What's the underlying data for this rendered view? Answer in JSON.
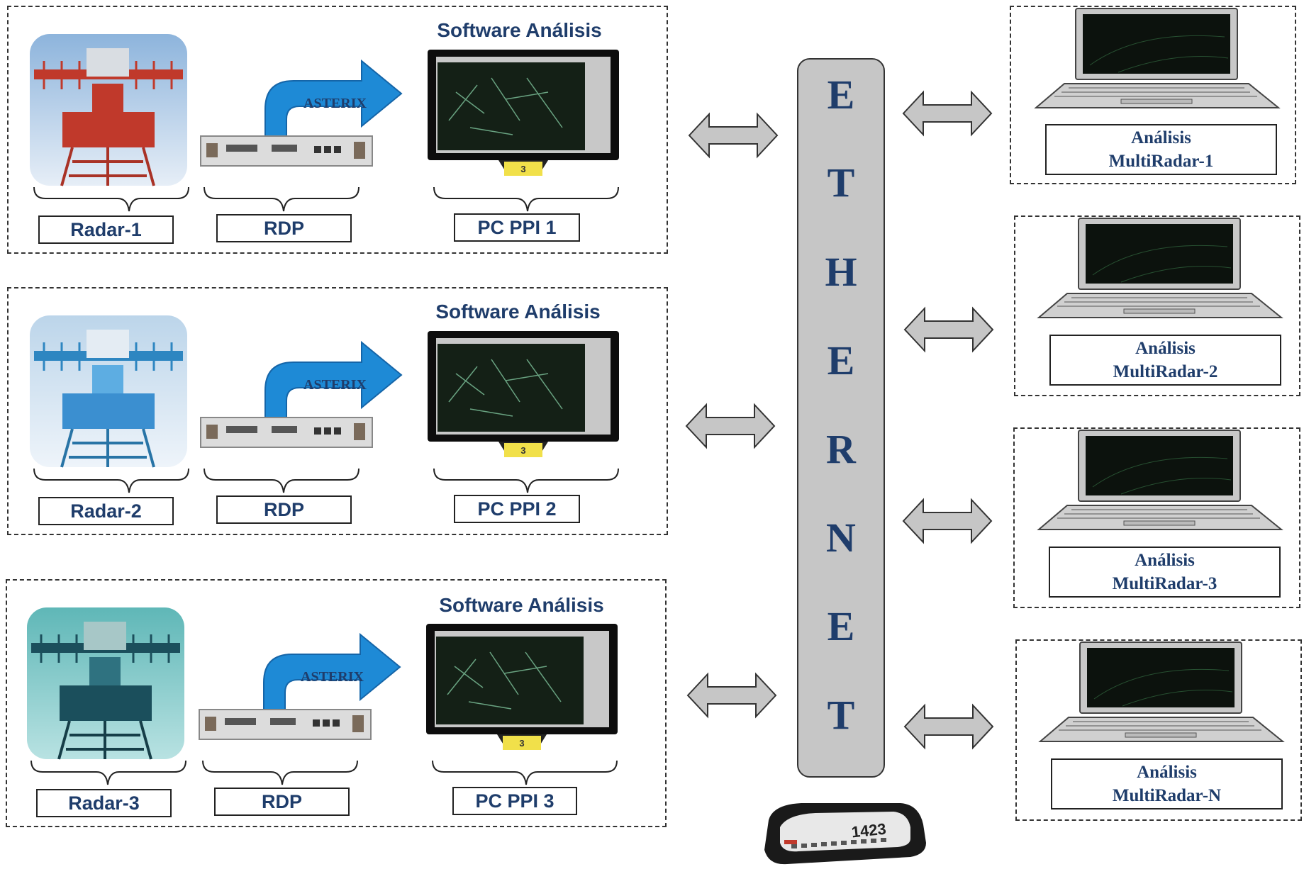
{
  "rows": [
    {
      "radar_label": "Radar-1",
      "rdp_label": "RDP",
      "software_title": "Software Análisis",
      "asterix_label": "ASTERIX",
      "pc_label": "PC PPI 1",
      "monitor_tag": "3"
    },
    {
      "radar_label": "Radar-2",
      "rdp_label": "RDP",
      "software_title": "Software Análisis",
      "asterix_label": "ASTERIX",
      "pc_label": "PC PPI 2",
      "monitor_tag": "3"
    },
    {
      "radar_label": "Radar-3",
      "rdp_label": "RDP",
      "software_title": "Software Análisis",
      "asterix_label": "ASTERIX",
      "pc_label": "PC PPI 3",
      "monitor_tag": "3"
    }
  ],
  "ethernet": {
    "letters": [
      "E",
      "T",
      "H",
      "E",
      "R",
      "N",
      "E",
      "T"
    ]
  },
  "multiradar": [
    {
      "line1": "Análisis",
      "line2": "MultiRadar-1"
    },
    {
      "line1": "Análisis",
      "line2": "MultiRadar-2"
    },
    {
      "line1": "Análisis",
      "line2": "MultiRadar-3"
    },
    {
      "line1": "Análisis",
      "line2": "MultiRadar-N"
    }
  ],
  "switch_device": {
    "model_label": "1423"
  },
  "colors": {
    "text_navy": "#1f3d6b",
    "arrow_blue": "#1e8ad6",
    "bus_gray": "#c6c6c6",
    "radar1": "#c0392b",
    "radar2": "#2e86c1",
    "radar3": "#1b4f5c"
  }
}
